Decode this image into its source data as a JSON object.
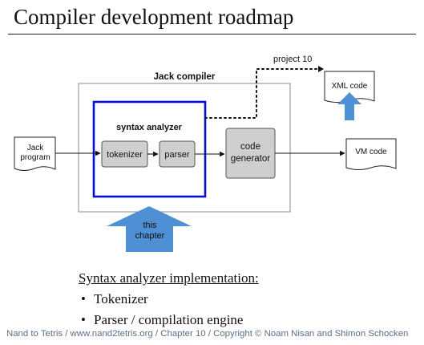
{
  "slide": {
    "title": "Compiler development roadmap",
    "footer": "Nand to Tetris / www.nand2tetris.org / Chapter 10 / Copyright © Noam Nisan and Shimon Schocken"
  },
  "diagram": {
    "input_doc": [
      "Jack",
      "program"
    ],
    "compiler_label": "Jack compiler",
    "analyzer_label": "syntax analyzer",
    "tokenizer": "tokenizer",
    "parser": "parser",
    "code_generator": [
      "code",
      "generator"
    ],
    "vm_output": "VM code",
    "xml_output": "XML code",
    "project_label": "project 10",
    "this_chapter": [
      "this",
      "chapter"
    ]
  },
  "content": {
    "heading": "Syntax analyzer implementation:",
    "bullets": [
      "Tokenizer",
      "Parser / compilation engine"
    ]
  },
  "colors": {
    "analyzer_border": "#0a10c8",
    "arrow_fill": "#4f8fd3",
    "box_fill": "#cfcfcf"
  }
}
